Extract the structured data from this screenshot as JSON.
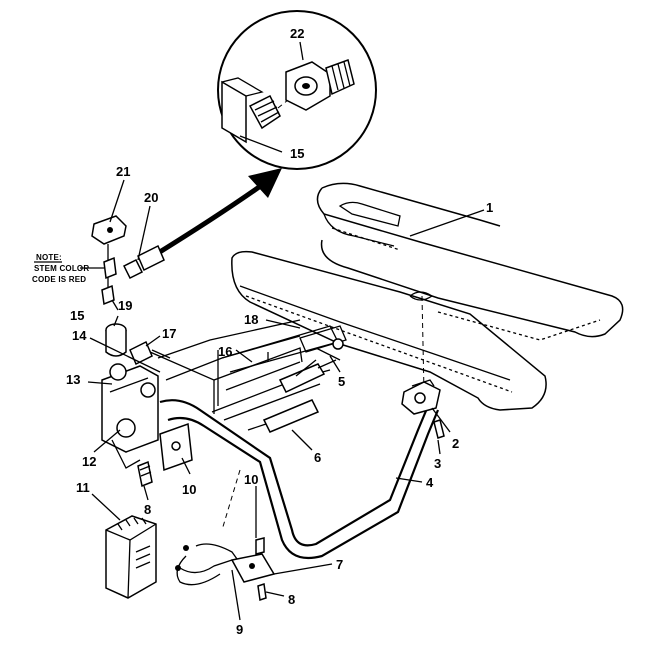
{
  "diagram": {
    "callouts": [
      "1",
      "2",
      "3",
      "4",
      "5",
      "6",
      "7",
      "8",
      "9",
      "10",
      "11",
      "12",
      "13",
      "14",
      "15",
      "16",
      "17",
      "18",
      "19",
      "20",
      "21",
      "22"
    ],
    "detail_callouts": [
      "22",
      "15"
    ],
    "extra_labels": [
      "8",
      "10",
      "15"
    ],
    "note": {
      "line1": "NOTE:",
      "line2": "STEM COLOR",
      "line3": "CODE IS RED"
    }
  }
}
